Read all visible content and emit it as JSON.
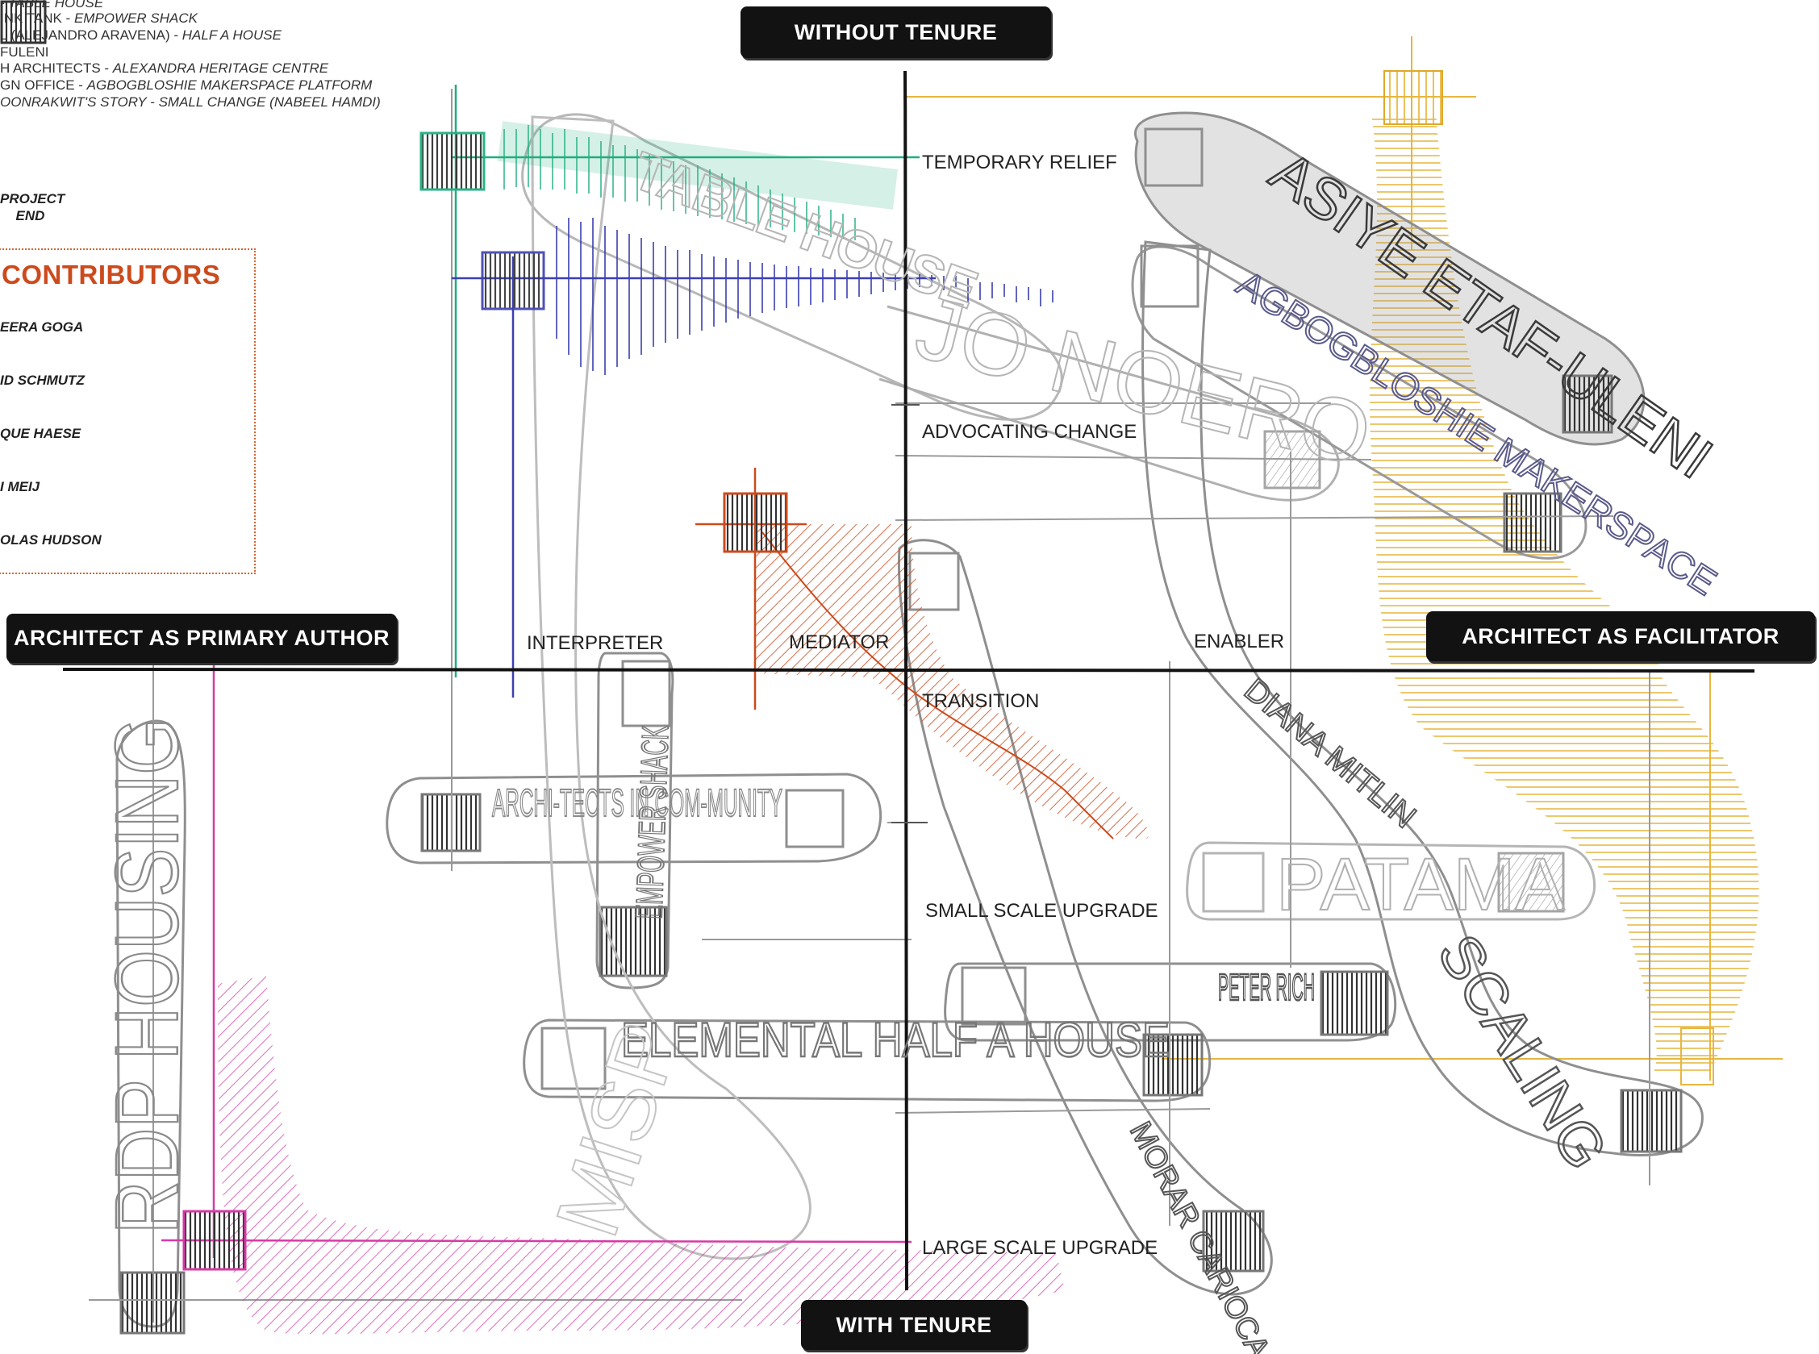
{
  "legend": {
    "projects": [
      {
        "prefix": "- ",
        "author": "",
        "project": "TABLE HOUSE"
      },
      {
        "prefix": "",
        "author": "INK TANK - ",
        "project": "EMPOWER SHACK"
      },
      {
        "prefix": "",
        "author": "L (ALEJANDRO ARAVENA) - ",
        "project": "HALF A HOUSE"
      },
      {
        "prefix": "",
        "author": "FULENI",
        "project": ""
      },
      {
        "prefix": "",
        "author": "H ARCHITECTS - ",
        "project": "ALEXANDRA HERITAGE CENTRE"
      },
      {
        "prefix": "",
        "author": "GN OFFICE - ",
        "project": "AGBOGBLOSHIE MAKERSPACE PLATFORM"
      },
      {
        "prefix": "",
        "author": "OONRAKWIT'S STORY - ",
        "project": "SMALL CHANGE (NABEEL HAMDI)"
      }
    ],
    "swatch_icon": "hatched-square-icon",
    "swatch_label": "PROJECT END"
  },
  "contributors": {
    "title": "CONTRIBUTORS",
    "names": [
      "EERA GOGA",
      "ID SCHMUTZ",
      "QUE HAESE",
      "I MEIJ",
      "OLAS HUDSON"
    ]
  },
  "axes": {
    "top": "WITHOUT TENURE",
    "bottom": "WITH TENURE",
    "left": "ARCHITECT AS PRIMARY AUTHOR",
    "right": "ARCHITECT AS FACILITATOR"
  },
  "levels": {
    "temporary_relief": "TEMPORARY RELIEF",
    "advocating_change": "ADVOCATING CHANGE",
    "transition": "TRANSITION",
    "small_scale_upgrade": "SMALL SCALE UPGRADE",
    "large_scale_upgrade": "LARGE SCALE UPGRADE"
  },
  "roles": {
    "interpreter": "INTERPRETER",
    "mediator": "MEDIATOR",
    "enabler": "ENABLER"
  },
  "sketch_labels": {
    "table_house": "TABLE HOUSE",
    "jo_noero": "JO NOERO",
    "asiye_etafuleni": "ASIYE ETAF-ULENI",
    "agbogbloshie": "AGBOGBLOSHIE MAKERSPACE",
    "diana_mitlin": "DIANA MITLIN",
    "patama": "PATAMA",
    "scaling": "SCALING",
    "architects_in_community": "ARCHI-TECTS IN COM-MUNITY",
    "empower_shack": "EMPOWER SHACK",
    "peter_rich": "PETER RICH",
    "elemental": "ELEMENTAL HALF A HOUSE",
    "morar_carioca": "MORAR CARIOCA",
    "misp": "MISP",
    "rdp_housing": "RDP HOUSING"
  },
  "colors": {
    "green": "#1fae7f",
    "blue": "#3c3fb0",
    "orange": "#cc4a1c",
    "yellow": "#e7b63f",
    "magenta": "#d53aa6",
    "grey": "#8a8a8a",
    "black": "#121212"
  }
}
